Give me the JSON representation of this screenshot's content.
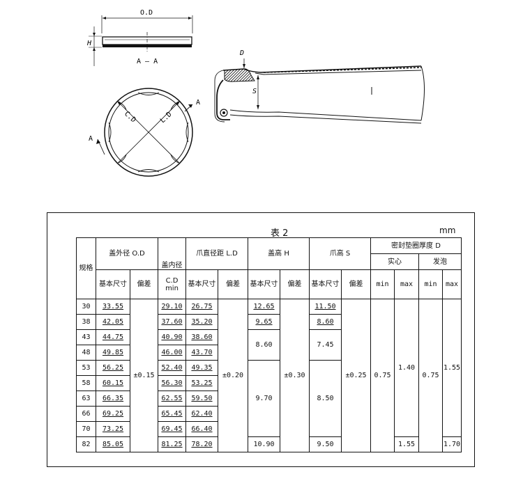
{
  "drawing": {
    "label_od": "O.D",
    "label_h": "H",
    "label_section": "A — A",
    "label_cd": "C.D",
    "label_ld": "L.D",
    "label_a": "A",
    "label_d": "D",
    "label_s": "S"
  },
  "table": {
    "title": "表 2",
    "unit": "mm",
    "headers": {
      "spec": "规格",
      "od": "盖外径 O.D",
      "cd_top": "盖内径",
      "cd_sub": "C.D min",
      "ld": "爪直径距 L.D",
      "h": "盖高 H",
      "s": "爪高 S",
      "d": "密封垫圈厚度 D",
      "solid": "实心",
      "foam": "发泡",
      "basic": "基本尺寸",
      "dev": "偏差",
      "min": "min",
      "max": "max"
    },
    "rows": [
      {
        "spec": "30",
        "od": "33.55",
        "cd": "29.10",
        "ld": "26.75"
      },
      {
        "spec": "38",
        "od": "42.05",
        "cd": "37.60",
        "ld": "35.20"
      },
      {
        "spec": "43",
        "od": "44.75",
        "cd": "40.90",
        "ld": "38.60"
      },
      {
        "spec": "48",
        "od": "49.85",
        "cd": "46.00",
        "ld": "43.70"
      },
      {
        "spec": "53",
        "od": "56.25",
        "cd": "52.40",
        "ld": "49.35"
      },
      {
        "spec": "58",
        "od": "60.15",
        "cd": "56.30",
        "ld": "53.25"
      },
      {
        "spec": "63",
        "od": "66.35",
        "cd": "62.55",
        "ld": "59.50"
      },
      {
        "spec": "66",
        "od": "69.25",
        "cd": "65.45",
        "ld": "62.40"
      },
      {
        "spec": "70",
        "od": "73.25",
        "cd": "69.45",
        "ld": "66.40"
      },
      {
        "spec": "82",
        "od": "85.05",
        "cd": "81.25",
        "ld": "78.20"
      }
    ],
    "od_dev": "±0.15",
    "ld_dev": "±0.20",
    "h_dev": "±0.30",
    "s_dev": "±0.25",
    "h_values": [
      "12.65",
      "9.65",
      "8.60",
      "9.70",
      "10.90"
    ],
    "s_values": [
      "11.50",
      "8.60",
      "7.45",
      "8.50",
      "9.50"
    ],
    "solid_min": "0.75",
    "solid_max": [
      "1.40",
      "1.55"
    ],
    "foam_min": "0.75",
    "foam_max": [
      "1.55",
      "1.70"
    ]
  }
}
